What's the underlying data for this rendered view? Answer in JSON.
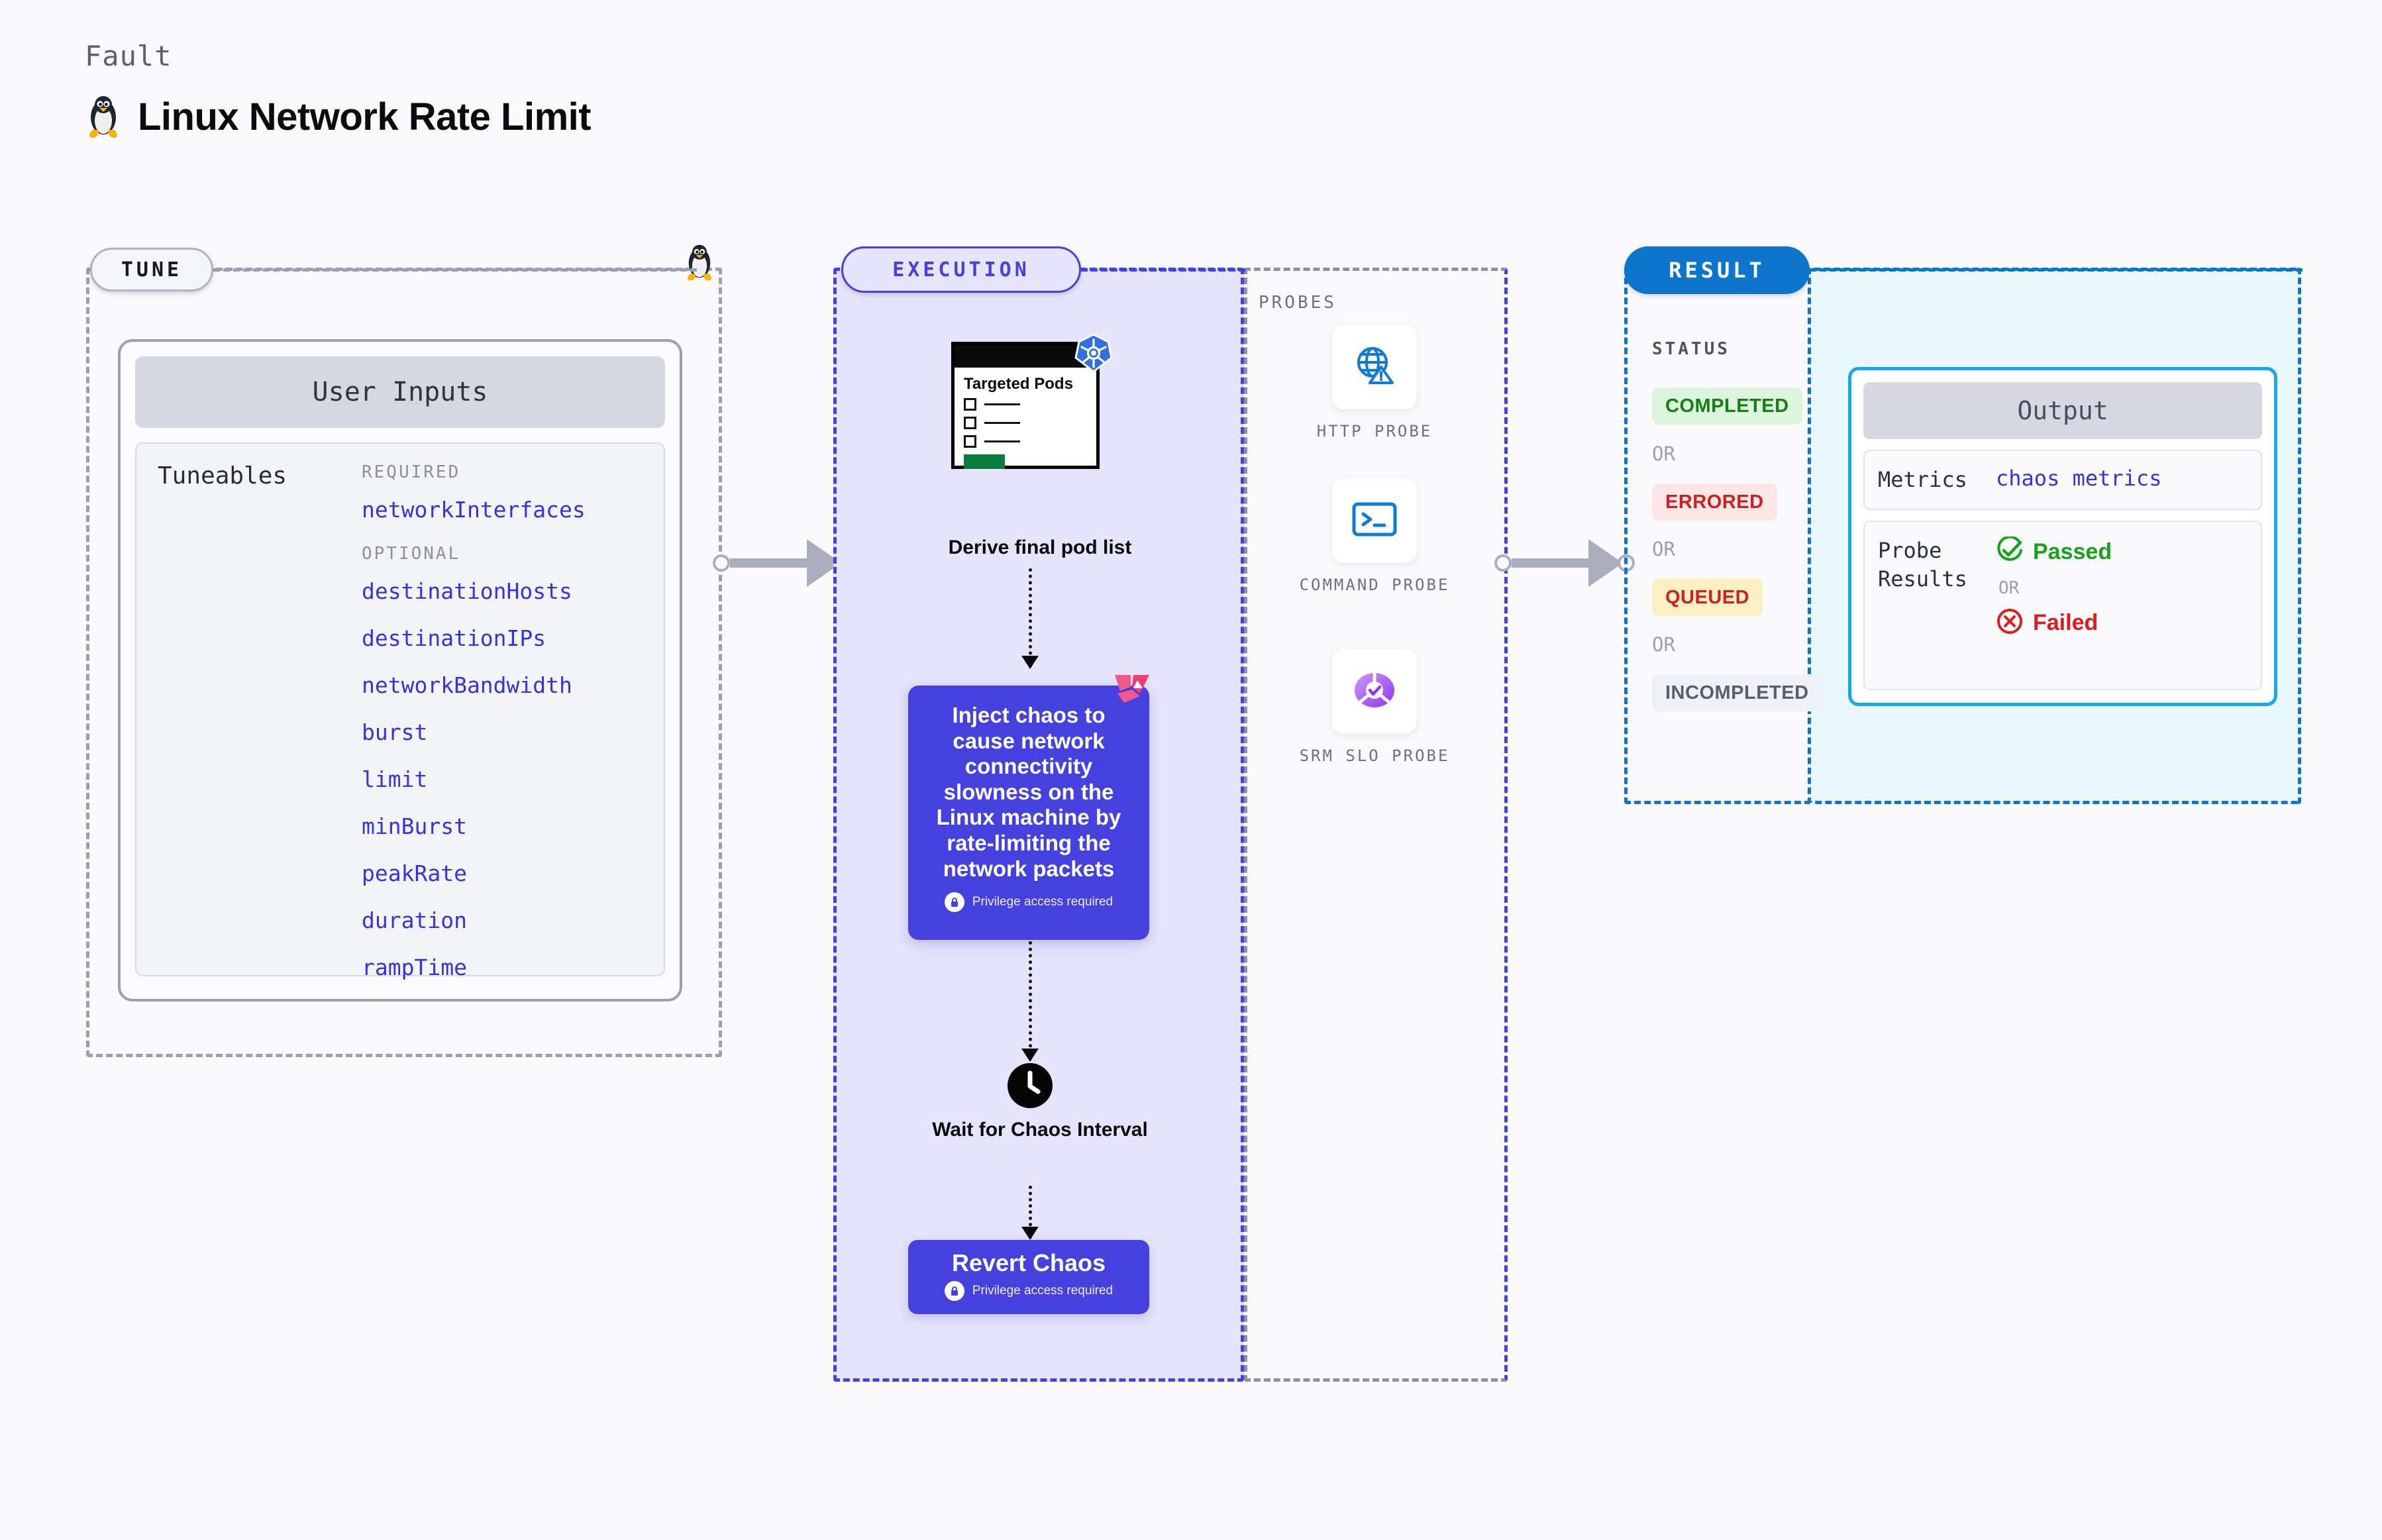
{
  "header": {
    "eyebrow": "Fault",
    "title": "Linux Network Rate Limit",
    "icon": "linux-penguin-icon"
  },
  "tune": {
    "pill_label": "TUNE",
    "icon": "linux-penguin-icon",
    "card": {
      "header": "User Inputs",
      "section_label": "Tuneables",
      "groups": [
        {
          "label": "REQUIRED",
          "items": [
            "networkInterfaces"
          ]
        },
        {
          "label": "OPTIONAL",
          "items": [
            "destinationHosts",
            "destinationIPs",
            "networkBandwidth",
            "burst",
            "limit",
            "minBurst",
            "peakRate",
            "duration",
            "rampTime"
          ]
        }
      ]
    }
  },
  "execution": {
    "pill_label": "EXECUTION",
    "targeted_pods": {
      "heading": "Targeted Pods",
      "badge_icon": "kubernetes-icon",
      "caption": "Derive final pod list"
    },
    "inject": {
      "text": "Inject chaos to cause network connectivity slowness on the Linux machine by rate-limiting the network packets",
      "privilege_note": "Privilege access required",
      "ribbon_icon": "litmus-chaos-icon",
      "lock_icon": "lock-icon"
    },
    "wait": {
      "icon": "clock-icon",
      "label": "Wait for Chaos Interval"
    },
    "revert": {
      "title": "Revert Chaos",
      "privilege_note": "Privilege access required",
      "lock_icon": "lock-icon"
    }
  },
  "probes": {
    "label": "PROBES",
    "items": [
      {
        "name": "HTTP PROBE",
        "icon": "globe-warning-icon"
      },
      {
        "name": "COMMAND PROBE",
        "icon": "terminal-icon"
      },
      {
        "name": "SRM SLO PROBE",
        "icon": "srm-slo-icon"
      }
    ]
  },
  "result": {
    "pill_label": "RESULT",
    "status_label": "STATUS",
    "or_label": "OR",
    "statuses": [
      {
        "label": "COMPLETED",
        "bg": "#DCF5DC",
        "fg": "#148014"
      },
      {
        "label": "ERRORED",
        "bg": "#FCE6E6",
        "fg": "#CC2121"
      },
      {
        "label": "QUEUED",
        "bg": "#FCEFC4",
        "fg": "#CC2121"
      },
      {
        "label": "INCOMPLETED",
        "bg": "#F0F1F6",
        "fg": "#585E6D"
      }
    ]
  },
  "output": {
    "header": "Output",
    "metrics_key": "Metrics",
    "metrics_value": "chaos metrics",
    "probe_results_key": "Probe Results",
    "passed_label": "Passed",
    "failed_label": "Failed",
    "or_label": "OR",
    "passed_icon": "check-circle-icon",
    "failed_icon": "x-circle-icon"
  },
  "colors": {
    "accent_purple": "#4541DE",
    "accent_blue": "#0D76CC",
    "output_border": "#18A9E8",
    "tune_border": "#9AA0B0"
  }
}
